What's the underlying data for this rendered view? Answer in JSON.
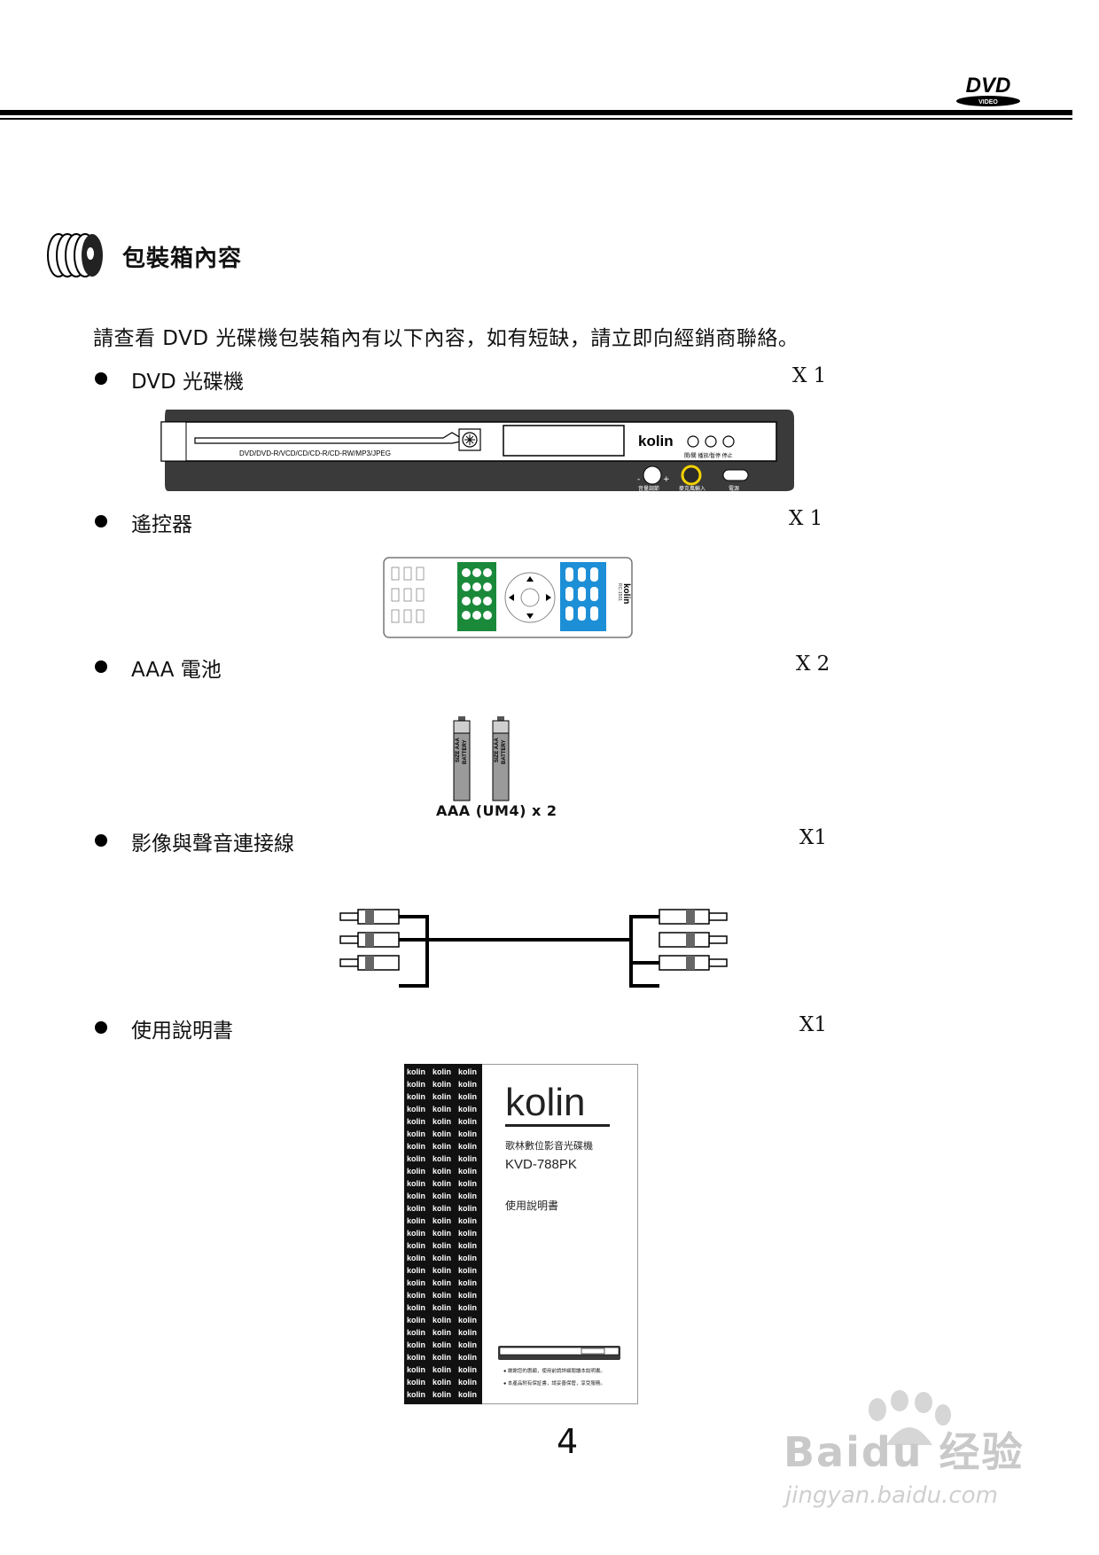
{
  "header": {
    "logo_text": "DVD",
    "logo_subtext": "VIDEO"
  },
  "section": {
    "title": "包裝箱內容"
  },
  "intro": "請查看 DVD 光碟機包裝箱內有以下內容，如有短缺，請立即向經銷商聯絡。",
  "items": [
    {
      "label": "DVD 光碟機",
      "qty": "X  1"
    },
    {
      "label": "遙控器",
      "qty": "X  1"
    },
    {
      "label": "AAA 電池",
      "qty": "X 2"
    },
    {
      "label": "影像與聲音連接線",
      "qty": "X1"
    },
    {
      "label": "使用說明書",
      "qty": "X1"
    }
  ],
  "dvd_player": {
    "disc_formats": "DVD/DVD-R/VCD/CD/CD-R/CD-RW/MP3/JPEG",
    "brand": "kolin",
    "button_labels": "開/關  播放/暫停  停止",
    "volume_label": "音量調節",
    "input_label": "麥克風輸入",
    "power_label": "電源"
  },
  "remote": {
    "brand": "kolin",
    "model": "RC-1501"
  },
  "battery": {
    "label_line1": "SIZE AAA",
    "label_line2": "BATTERY",
    "caption": "AAA (UM4) x 2"
  },
  "manual": {
    "brand": "kolin",
    "subtitle": "歌林數位影音光碟機",
    "model": "KVD-788PK",
    "doc_title": "使用說明書",
    "note1": "● 謝謝您的惠顧，使用前請詳細閱讀本說明書。",
    "note2": "● 本產品附有保証書，請妥善保管，享受服務。"
  },
  "page_number": "4",
  "watermark": {
    "line1": "Baidu 经验",
    "line2": "jingyan.baidu.com"
  }
}
